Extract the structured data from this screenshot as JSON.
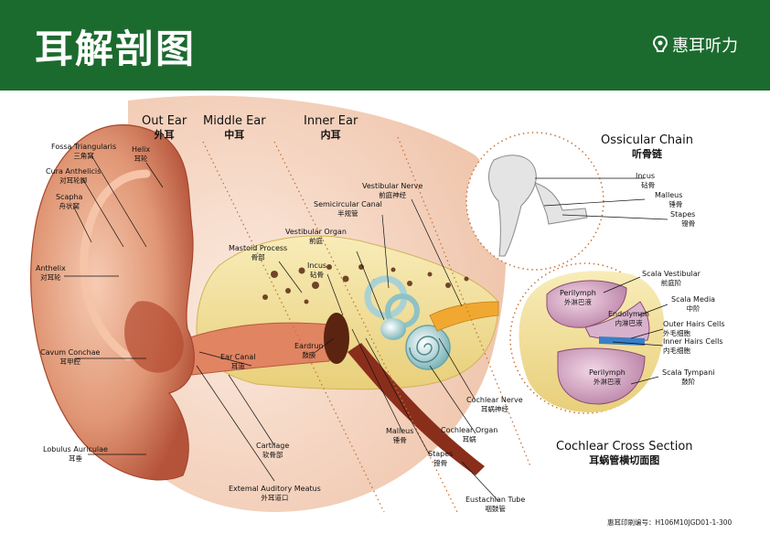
{
  "header": {
    "title": "耳解剖图",
    "brand": "惠耳听力"
  },
  "sections": {
    "outer": {
      "en": "Out Ear",
      "zh": "外耳"
    },
    "middle": {
      "en": "Middle Ear",
      "zh": "中耳"
    },
    "inner": {
      "en": "Inner Ear",
      "zh": "内耳"
    },
    "ossicular": {
      "en": "Ossicular Chain",
      "zh": "听骨链"
    },
    "cochlear_section": {
      "en": "Cochlear Cross Section",
      "zh": "耳蜗管横切面图"
    }
  },
  "labels": {
    "fossa": {
      "en": "Fossa Triangularis",
      "zh": "三角窝"
    },
    "helix": {
      "en": "Helix",
      "zh": "耳轮"
    },
    "cura": {
      "en": "Cura Anthelicis",
      "zh": "对耳轮脚"
    },
    "scapha": {
      "en": "Scapha",
      "zh": "舟状窝"
    },
    "anthelix": {
      "en": "Anthelix",
      "zh": "对耳轮"
    },
    "cavum": {
      "en": "Cavum Conchae",
      "zh": "耳甲腔"
    },
    "lobulus": {
      "en": "Lobulus Auriculae",
      "zh": "耳垂"
    },
    "mastoid": {
      "en": "Mastoid Process",
      "zh": "骨部"
    },
    "earcanal": {
      "en": "Ear Canal",
      "zh": "耳道"
    },
    "cartilage": {
      "en": "Cartilage",
      "zh": "软骨部"
    },
    "external": {
      "en": "Extemal Auditory Meatus",
      "zh": "外耳道口"
    },
    "eardrum": {
      "en": "Eardrun",
      "zh": "鼓膜"
    },
    "incus": {
      "en": "Incus",
      "zh": "砧骨"
    },
    "vestibular_organ": {
      "en": "Vestibular Organ",
      "zh": "前庭"
    },
    "semicircular": {
      "en": "Semicircular Canal",
      "zh": "半规管"
    },
    "vestibular_nerve": {
      "en": "Vestibular Nerve",
      "zh": "前庭神经"
    },
    "malleus": {
      "en": "Malleus",
      "zh": "锤骨"
    },
    "stapes": {
      "en": "Stapes",
      "zh": "镫骨"
    },
    "cochlear_nerve": {
      "en": "Cochlear Nerve",
      "zh": "耳蜗神经"
    },
    "cochlear_organ": {
      "en": "Cochlear Organ",
      "zh": "耳蜗"
    },
    "eustachian": {
      "en": "Eustachian Tube",
      "zh": "咽鼓管"
    },
    "oc_incus": {
      "en": "Incus",
      "zh": "砧骨"
    },
    "oc_malleus": {
      "en": "Malleus",
      "zh": "锤骨"
    },
    "oc_stapes": {
      "en": "Stapes",
      "zh": "镫骨"
    },
    "scala_vestibular": {
      "en": "Scala Vestibular",
      "zh": "前庭阶"
    },
    "scala_media": {
      "en": "Scala Media",
      "zh": "中阶"
    },
    "outer_hair": {
      "en": "Outer Hairs Cells",
      "zh": "外毛细胞"
    },
    "inner_hair": {
      "en": "Inner Hairs Cells",
      "zh": "内毛细胞"
    },
    "scala_tympani": {
      "en": "Scala Tympani",
      "zh": "鼓阶"
    },
    "perilymph_top": {
      "en": "Perilymph",
      "zh": "外淋巴液"
    },
    "endolymph": {
      "en": "Endolymph",
      "zh": "内淋巴液"
    },
    "perilymph_bottom": {
      "en": "Perilymph",
      "zh": "外淋巴液"
    }
  },
  "footer": {
    "code": "惠耳印刷编号：H106M10JGD01-1-300"
  },
  "colors": {
    "header": "#1c6b2e",
    "skin": "#e9a888",
    "bone": "#f3e3a0",
    "cochlea": "#9cc8c8",
    "nerve": "#f0a830",
    "membrane": "#c88ab0"
  }
}
